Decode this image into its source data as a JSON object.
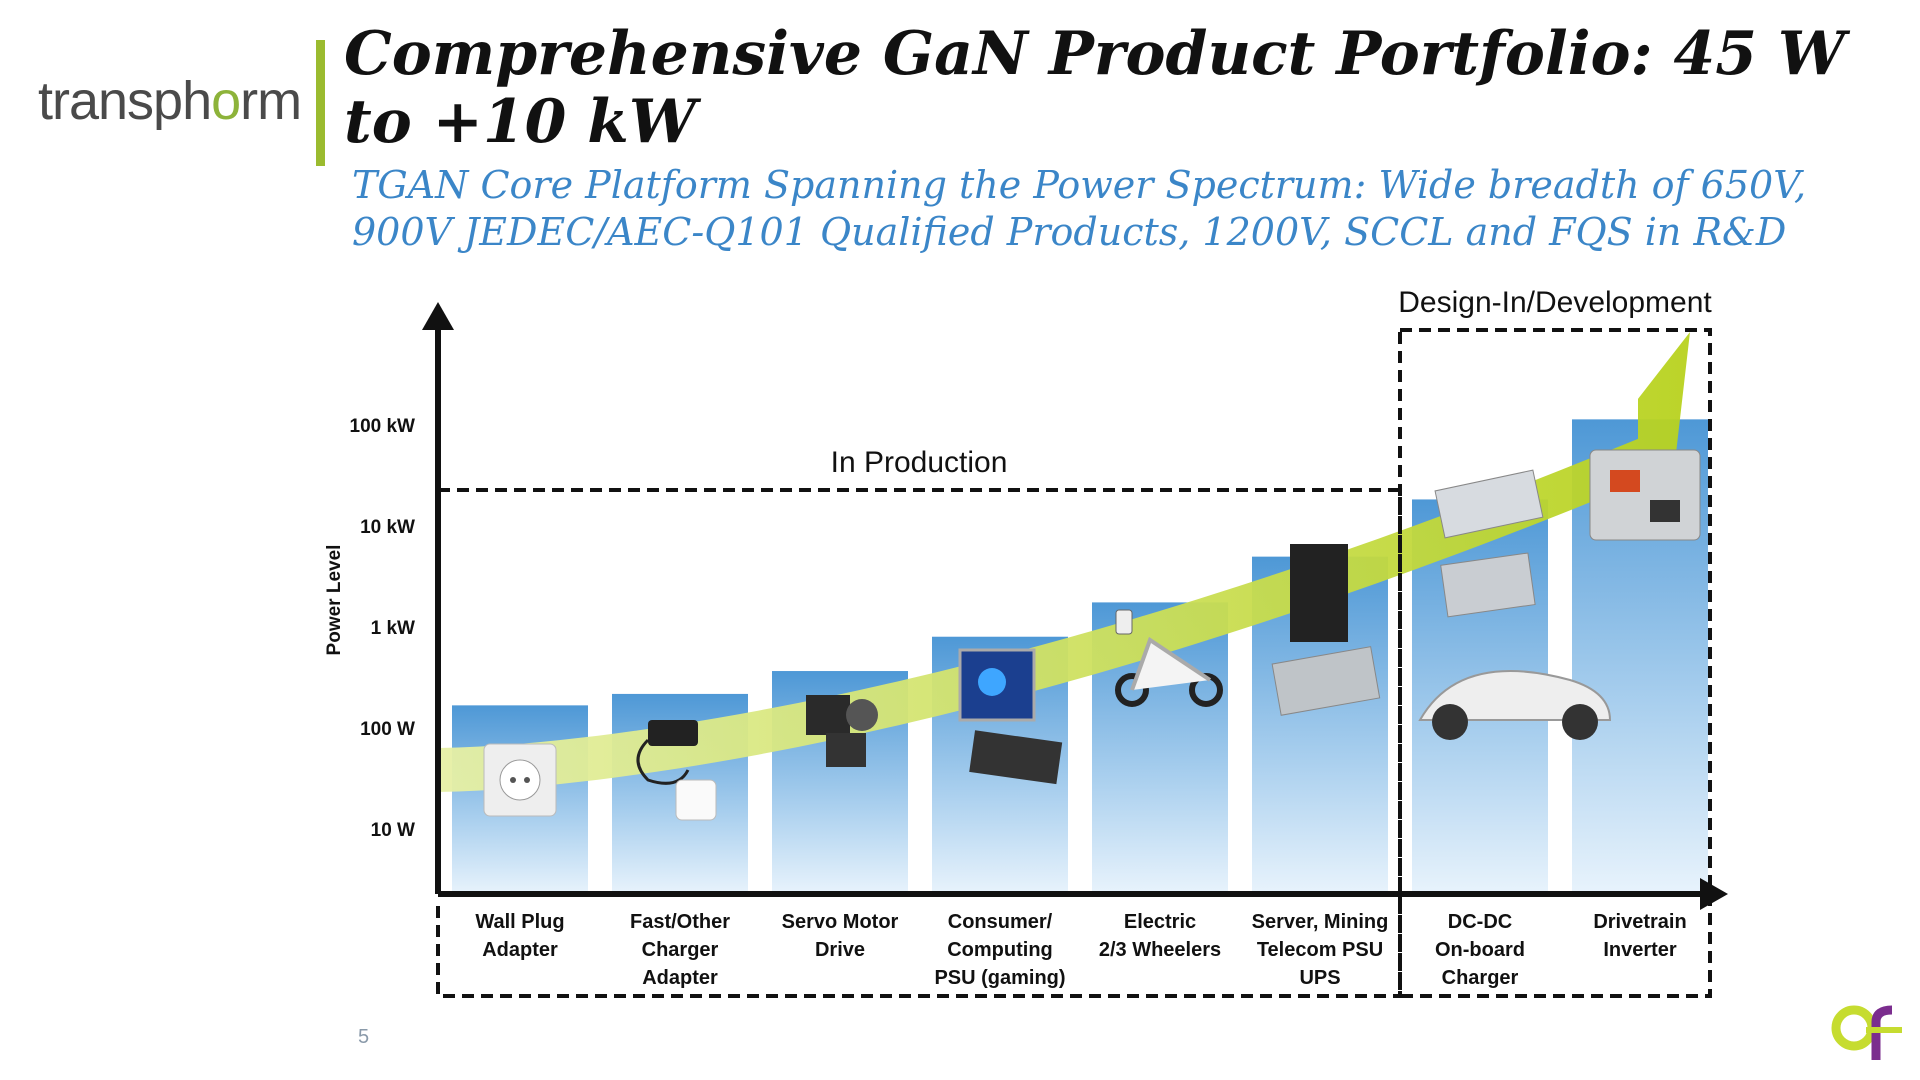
{
  "logo": {
    "text_before": "transph",
    "mark": "o",
    "text_after": "rm"
  },
  "title": "Comprehensive GaN Product Portfolio: 45 W to +10 kW",
  "subtitle": "TGAN Core Platform Spanning the Power Spectrum:  Wide breadth of 650V, 900V JEDEC/AEC-Q101 Qualified Products, 1200V, SCCL and FQS in R&D",
  "page_number": "5",
  "chart_data": {
    "type": "bar",
    "ylabel": "Power Level",
    "y_ticks": [
      "10 W",
      "100 W",
      "1 kW",
      "10 kW",
      "100 kW"
    ],
    "categories": [
      [
        "Wall Plug",
        "Adapter"
      ],
      [
        "Fast/Other",
        "Charger",
        "Adapter"
      ],
      [
        "Servo Motor",
        "Drive"
      ],
      [
        "Consumer/",
        "Computing",
        "PSU (gaming)"
      ],
      [
        "Electric",
        "2/3 Wheelers"
      ],
      [
        "Server, Mining",
        "Telecom PSU",
        "UPS"
      ],
      [
        "DC-DC",
        "On-board",
        "Charger"
      ],
      [
        "Drivetrain",
        "Inverter"
      ]
    ],
    "bar_fraction": [
      0.12,
      0.14,
      0.18,
      0.24,
      0.3,
      0.38,
      0.48,
      0.62
    ],
    "regions": [
      {
        "label": "In Production",
        "categories": [
          0,
          5
        ]
      },
      {
        "label": "Design-In/Development",
        "categories": [
          6,
          7
        ]
      }
    ],
    "colors": {
      "bar": "#5ba3dc",
      "arrow": "#c6dc30",
      "axis": "#111111",
      "dash": "#111111"
    }
  },
  "icons": [
    "wall-socket-icon",
    "usb-charger-icon",
    "servo-motor-icon",
    "gaming-pc-icon",
    "psu-module-icon",
    "e-scooter-icon",
    "ev-charger-icon",
    "server-ups-icon",
    "telecom-psu-icon",
    "dcdc-converter-icon",
    "onboard-charger-icon",
    "sports-car-icon",
    "drivetrain-inverter-icon"
  ]
}
